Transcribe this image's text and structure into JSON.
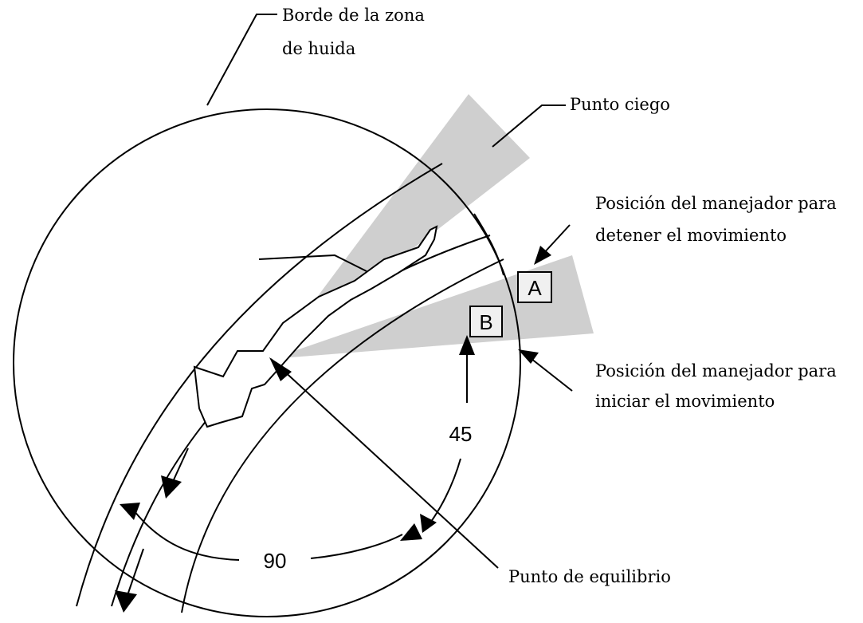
{
  "labels": {
    "flight_zone_line1": "Borde de la zona",
    "flight_zone_line2": "de huida",
    "blind_spot": "Punto ciego",
    "stop_line1": "Posición del manejador para",
    "stop_line2": "detener el movimiento",
    "start_line1": "Posición del manejador para",
    "start_line2": "iniciar el movimiento",
    "balance_point": "Punto de equilibrio",
    "angle_45": "45",
    "angle_90": "90",
    "box_a": "A",
    "box_b": "B"
  },
  "colors": {
    "line": "#000000",
    "shade": "#cfcfcf",
    "background": "#ffffff"
  }
}
